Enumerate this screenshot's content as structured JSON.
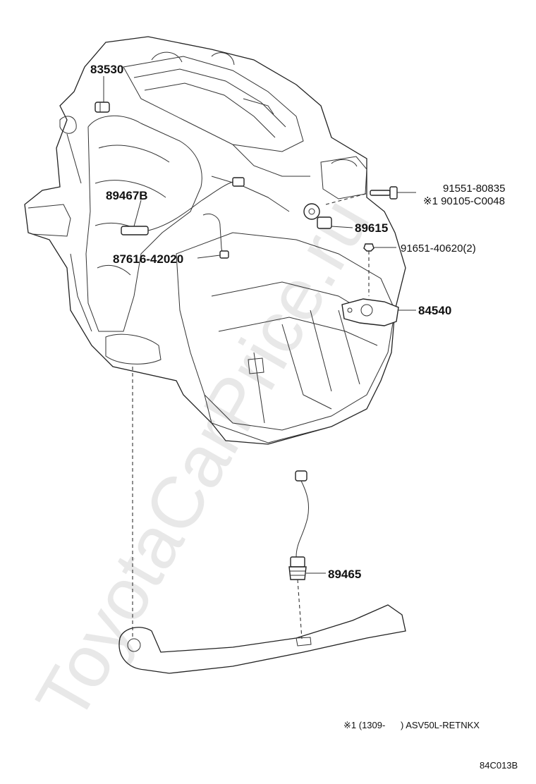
{
  "watermark": "ToyotaCarPrice.ru",
  "callouts": {
    "p83530": "83530",
    "p89467b": "89467B",
    "p87616": "87616-42020",
    "p91551": "91551-80835",
    "p90105": "※1 90105-C0048",
    "p89615": "89615",
    "p91651": "91651-40620(2)",
    "p84540": "84540",
    "p89465": "89465"
  },
  "footnote": "※1 (1309-      ) ASV50L-RETNKX",
  "diagram_code": "84C013B"
}
